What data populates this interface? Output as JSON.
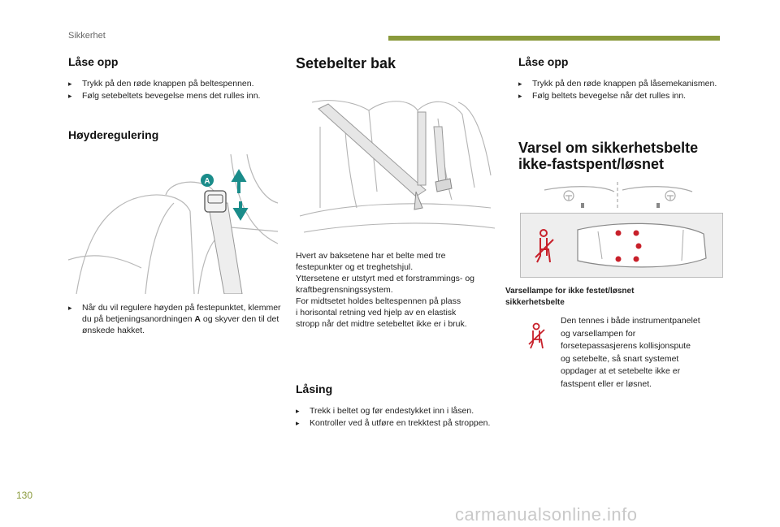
{
  "header": {
    "section": "Sikkerhet",
    "accent": "#8a9a3c"
  },
  "col1": {
    "unlock_title": "Låse opp",
    "unlock_items": [
      "Trykk på den røde knappen på beltespennen.",
      "Følg setebeltets bevegelse mens det rulles inn."
    ],
    "height_title": "Høyderegulering",
    "height_items": [
      {
        "before": "Når du vil regulere høyden på festepunktet, klemmer du på betjeningsanordningen ",
        "bold": "A",
        "after": " og skyver den til det ønskede hakket."
      }
    ],
    "figure_label": "A"
  },
  "col2": {
    "title": "Setebelter bak",
    "paragraph_lines": [
      "Hvert av baksetene har et belte med tre",
      "festepunkter og et treghetshjul.",
      "Yttersetene er utstyrt med et forstrammings- og",
      "kraftbegrensningssystem.",
      "For midtsetet holdes beltespennen på plass",
      "i horisontal retning ved hjelp av en elastisk",
      "stropp når det midtre setebeltet ikke er i bruk."
    ],
    "lock_title": "Låsing",
    "lock_items": [
      "Trekk i beltet og før endestykket inn i låsen.",
      "Kontroller ved å utføre en trekktest på stroppen."
    ]
  },
  "col3": {
    "unlock_title": "Låse opp",
    "unlock_items": [
      "Trykk på den røde knappen på låsemekanismen.",
      "Følg beltets bevegelse når det rulles inn."
    ],
    "warning_title_1": "Varsel om sikkerhetsbelte",
    "warning_title_2": "ikke-fastspent/løsnet",
    "caption_1": "Varsellampe for ikke festet/løsnet",
    "caption_2": "sikkerhetsbelte",
    "desc_lines": [
      "Den tennes i både instrumentpanelet",
      "og varsellampen for",
      "forsetepassasjerens kollisjonspute",
      "og setebelte, så snart systemet",
      "oppdager at et setebelte ikke er",
      "fastspent eller er løsnet."
    ],
    "warning_color": "#c8202a"
  },
  "footer": {
    "page_number": "130",
    "watermark": "carmanualsonline.info"
  }
}
